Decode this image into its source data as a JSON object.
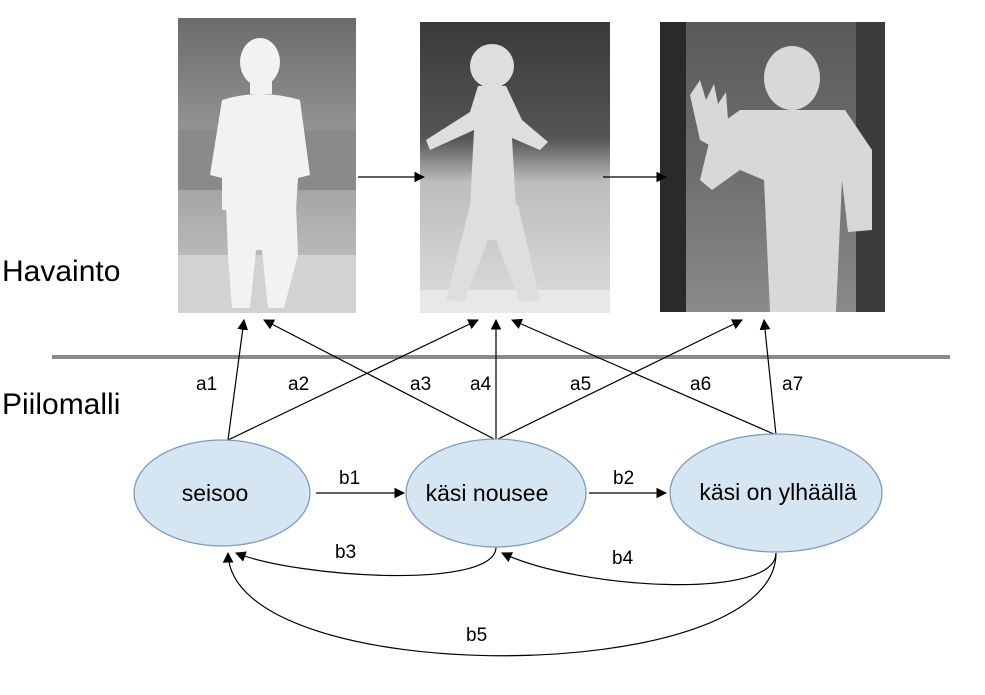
{
  "layers": {
    "observation_label": "Havainto",
    "hidden_label": "Piilomalli"
  },
  "states": [
    {
      "id": "s1",
      "label": "seisoo"
    },
    {
      "id": "s2",
      "label": "käsi nousee"
    },
    {
      "id": "s3",
      "label": "käsi on ylhäällä"
    }
  ],
  "observations": [
    {
      "id": "o1",
      "icon": "depth-image-standing-person"
    },
    {
      "id": "o2",
      "icon": "depth-image-arm-rising-person"
    },
    {
      "id": "o3",
      "icon": "depth-image-hand-raised-person"
    }
  ],
  "emission_edges": [
    "a1",
    "a2",
    "a3",
    "a4",
    "a5",
    "a6",
    "a7"
  ],
  "transition_edges": [
    "b1",
    "b2",
    "b3",
    "b4",
    "b5"
  ],
  "colors": {
    "state_fill": "#d6e5f2",
    "state_stroke": "#7e9cbe",
    "divider": "#8a8a8a"
  }
}
